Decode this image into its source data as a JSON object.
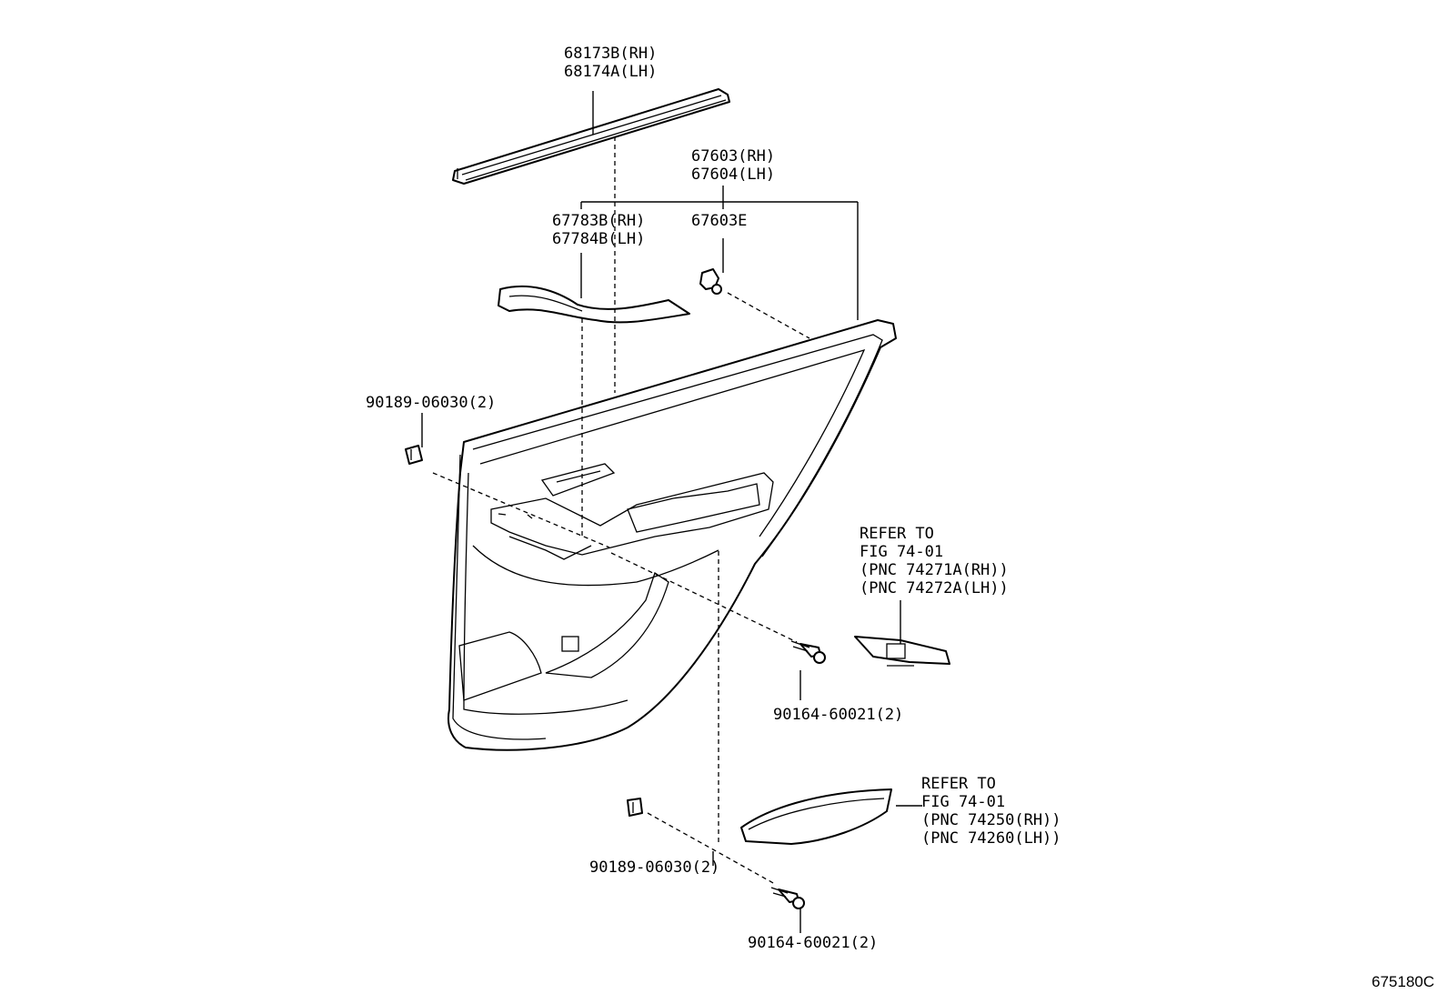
{
  "labels": {
    "moulding": [
      "68173B(RH)",
      "68174A(LH)"
    ],
    "trim_board": [
      "67603(RH)",
      "67604(LH)"
    ],
    "clip": [
      "67603E"
    ],
    "ornament": [
      "67783B(RH)",
      "67784B(LH)"
    ],
    "clip_upper": [
      "90189-06030(2)"
    ],
    "screw_upper": [
      "90164-60021(2)"
    ],
    "switch_base_ref": [
      "REFER TO",
      "FIG 74-01",
      "(PNC 74271A(RH))",
      "(PNC 74272A(LH))"
    ],
    "armrest_ref": [
      "REFER TO",
      "FIG 74-01",
      "(PNC 74250(RH))",
      "(PNC 74260(LH))"
    ],
    "clip_lower": [
      "90189-06030(2)"
    ],
    "screw_lower": [
      "90164-60021(2)"
    ]
  },
  "figure_id": "675180C"
}
